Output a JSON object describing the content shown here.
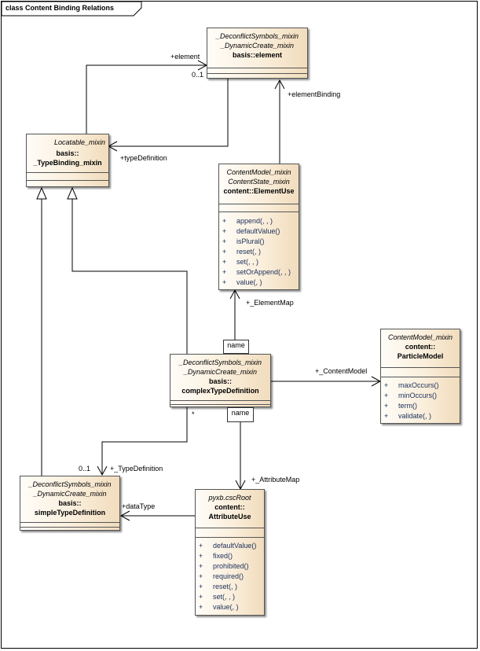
{
  "frame": {
    "title": "class Content Binding Relations"
  },
  "classes": {
    "element": {
      "stereotypes": [
        "_DeconflictSymbols_mixin",
        "_DynamicCreate_mixin"
      ],
      "name": "basis::element"
    },
    "typebinding": {
      "stereotype": "Locatable_mixin",
      "name_lines": [
        "basis::",
        "_TypeBinding_mixin"
      ]
    },
    "elementuse": {
      "stereotypes": [
        "ContentModel_mixin",
        "ContentState_mixin"
      ],
      "name": "content::ElementUse",
      "operations": [
        "append(, , )",
        "defaultValue()",
        "isPlural()",
        "reset(, )",
        "set(, , )",
        "setOrAppend(, , )",
        "value(, )"
      ]
    },
    "particlemodel": {
      "stereotype": "ContentModel_mixin",
      "name_lines": [
        "content::",
        "ParticleModel"
      ],
      "operations": [
        "maxOccurs()",
        "minOccurs()",
        "term()",
        "validate(, )"
      ]
    },
    "complextype": {
      "stereotypes": [
        "_DeconflictSymbols_mixin",
        "_DynamicCreate_mixin"
      ],
      "name_lines": [
        "basis::",
        "complexTypeDefinition"
      ]
    },
    "simpletype": {
      "stereotypes": [
        "_DeconflictSymbols_mixin",
        "_DynamicCreate_mixin"
      ],
      "name_lines": [
        "basis::",
        "simpleTypeDefinition"
      ]
    },
    "attributeuse": {
      "stereotype": "pyxb.cscRoot",
      "name_lines": [
        "content::",
        "AttributeUse"
      ],
      "operations": [
        "defaultValue()",
        "fixed()",
        "prohibited()",
        "required()",
        "reset(, )",
        "set(, , )",
        "value(, )"
      ]
    }
  },
  "visibility": "+",
  "labels": {
    "element_role": "+element",
    "element_mult": "0..1",
    "typedefinition_role": "+typeDefinition",
    "elementbinding_role": "+elementBinding",
    "elementmap_role": "+_ElementMap",
    "contentmodel_role": "+_ContentModel",
    "star_mult": "*",
    "typedef_mult": "0..1",
    "typedef_role": "+_TypeDefinition",
    "attributemap_role": "+_AttributeMap",
    "datatype_role": "+dataType"
  },
  "qualifiers": {
    "elementmap": "name",
    "attributemap": "name"
  }
}
